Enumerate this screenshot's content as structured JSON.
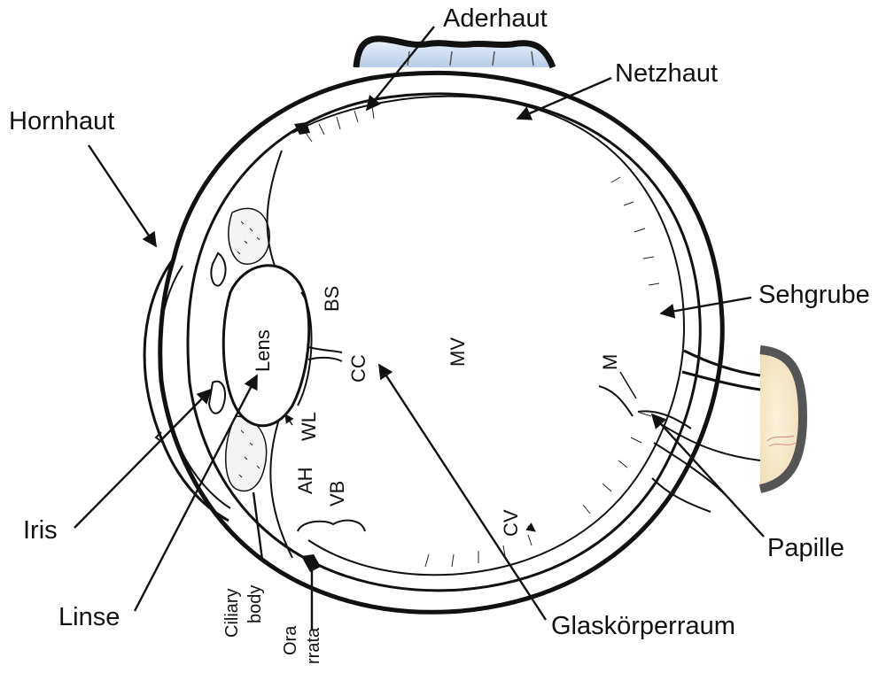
{
  "labels": {
    "aderhaut": "Aderhaut",
    "netzhaut": "Netzhaut",
    "hornhaut": "Hornhaut",
    "sehgrube": "Sehgrube",
    "papille": "Papille",
    "iris": "Iris",
    "linse": "Linse",
    "glaskoerperraum": "Glaskörperraum"
  },
  "inner_labels": {
    "lens": "Lens",
    "bs": "BS",
    "cc": "CC",
    "mv": "MV",
    "wl": "WL",
    "ah": "AH",
    "vb": "VB",
    "m": "M",
    "cv": "CV",
    "ciliary_line1": "Ciliary",
    "ciliary_line2": "body",
    "ora_line1": "Ora",
    "ora_line2": "rrata"
  }
}
